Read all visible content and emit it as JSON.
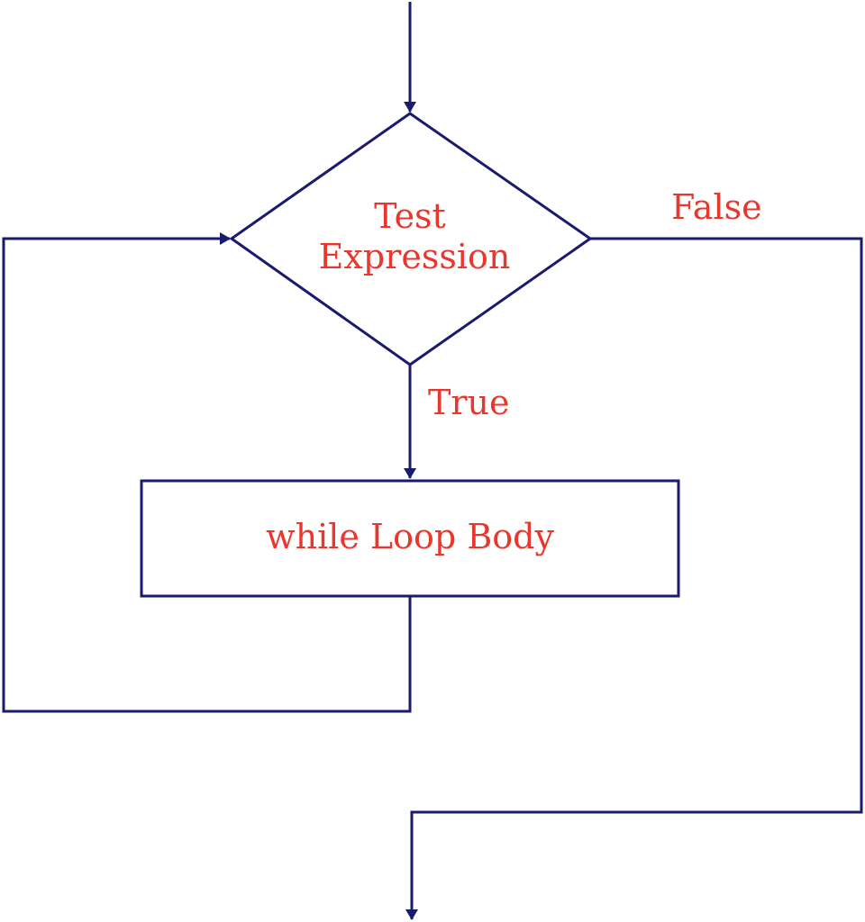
{
  "diagram": {
    "decision": {
      "line1": "Test",
      "line2": "Expression"
    },
    "process": {
      "label": "while Loop Body"
    },
    "edges": {
      "true_label": "True",
      "false_label": "False"
    }
  },
  "colors": {
    "line": "#1a1a6e",
    "text": "#e8382e",
    "background": "#ffffff"
  }
}
